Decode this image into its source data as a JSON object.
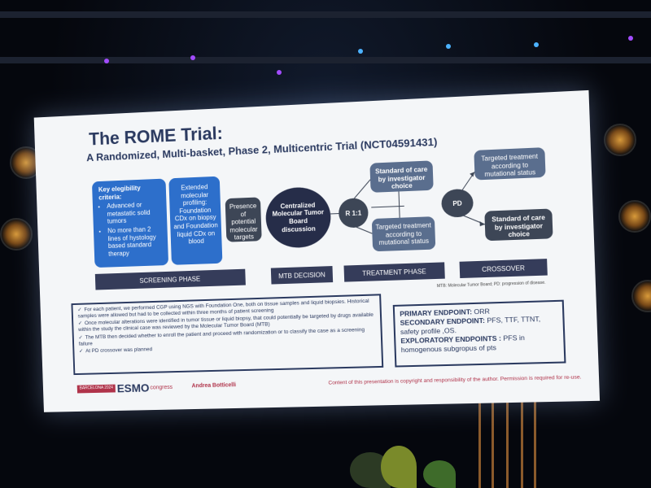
{
  "slide": {
    "title": "The ROME Trial:",
    "subtitle": "A Randomized, Multi-basket, Phase 2, Multicentric Trial (NCT04591431)",
    "flow": {
      "eligibility_head": "Key elegibility criteria:",
      "eligibility_items": [
        "Advanced or metastatic solid tumors",
        "No more than 2 lines of hystology based standard therapy"
      ],
      "profiling": "Extended molecular profiling: Foundation CDx on biopsy and Foundation liquid CDx on blood",
      "targets": "Presence of potential molecular targets",
      "mtb": "Centralized Molecular Tumor Board discussion",
      "randomize": "R 1:1",
      "std_top": "Standard of care by investigator choice",
      "targeted_bottom": "Targeted treatment according to mutational status",
      "pd": "PD",
      "targeted_top": "Targeted treatment according to mutational status",
      "std_bottom": "Standard of care by investigator choice"
    },
    "phases": [
      "SCREENING PHASE",
      "MTB DECISION",
      "TREATMENT PHASE",
      "CROSSOVER"
    ],
    "footnote": "MTB: Molecular Tumor Board; PD: progression of disease.",
    "notes": [
      "For each patient, we performed CGP using NGS with Foundation One, both on tissue samples and liquid biopsies. Historical samples were allowed but had to be collected within three months of patient screening",
      "Once molecular alterations were identified in tumor tissue or liquid biopsy, that could potentially be targeted by drugs available within the study the clinical case was reviewed by the Molecular Tumor Board (MTB)",
      "The MTB then decided whether to enroll the patient and proceed with randomization or to classify the case as a screening failure",
      "At PD crossover was planned"
    ],
    "endpoints": {
      "primary_label": "PRIMARY ENDPOINT:",
      "primary_value": "ORR",
      "secondary_label": "SECONDARY ENDPOINT:",
      "secondary_value": "PFS, TTF, TTNT, safety profile ,OS.",
      "exploratory_label": "EXPLORATORY ENDPOINTS :",
      "exploratory_value": "PFS  in homogenous subgropus of pts"
    },
    "logo": {
      "city": "BARCELONA 2024",
      "brand": "ESMO",
      "suffix": "congress"
    },
    "presenter": "Andrea Botticelli",
    "copyright": "Content of this presentation is copyright and responsibility of the author. Permission is required for re-use."
  }
}
